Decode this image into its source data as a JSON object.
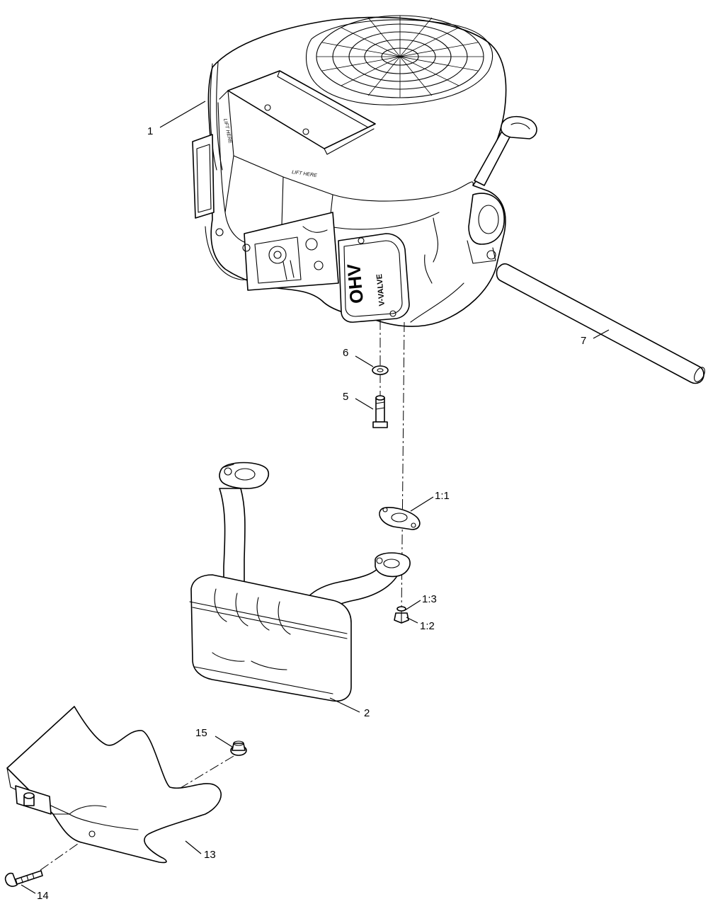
{
  "stencils": {
    "lift_here_1": "LIFT HERE",
    "lift_here_2": "LIFT HERE",
    "ohv": "OHV",
    "v_valve": "V-VALVE"
  },
  "callouts": [
    {
      "id": "1",
      "label": "1"
    },
    {
      "id": "7",
      "label": "7"
    },
    {
      "id": "6",
      "label": "6"
    },
    {
      "id": "5",
      "label": "5"
    },
    {
      "id": "1-1",
      "label": "1:1"
    },
    {
      "id": "1-3",
      "label": "1:3"
    },
    {
      "id": "1-2",
      "label": "1:2"
    },
    {
      "id": "2",
      "label": "2"
    },
    {
      "id": "15",
      "label": "15"
    },
    {
      "id": "13",
      "label": "13"
    },
    {
      "id": "14",
      "label": "14"
    }
  ]
}
